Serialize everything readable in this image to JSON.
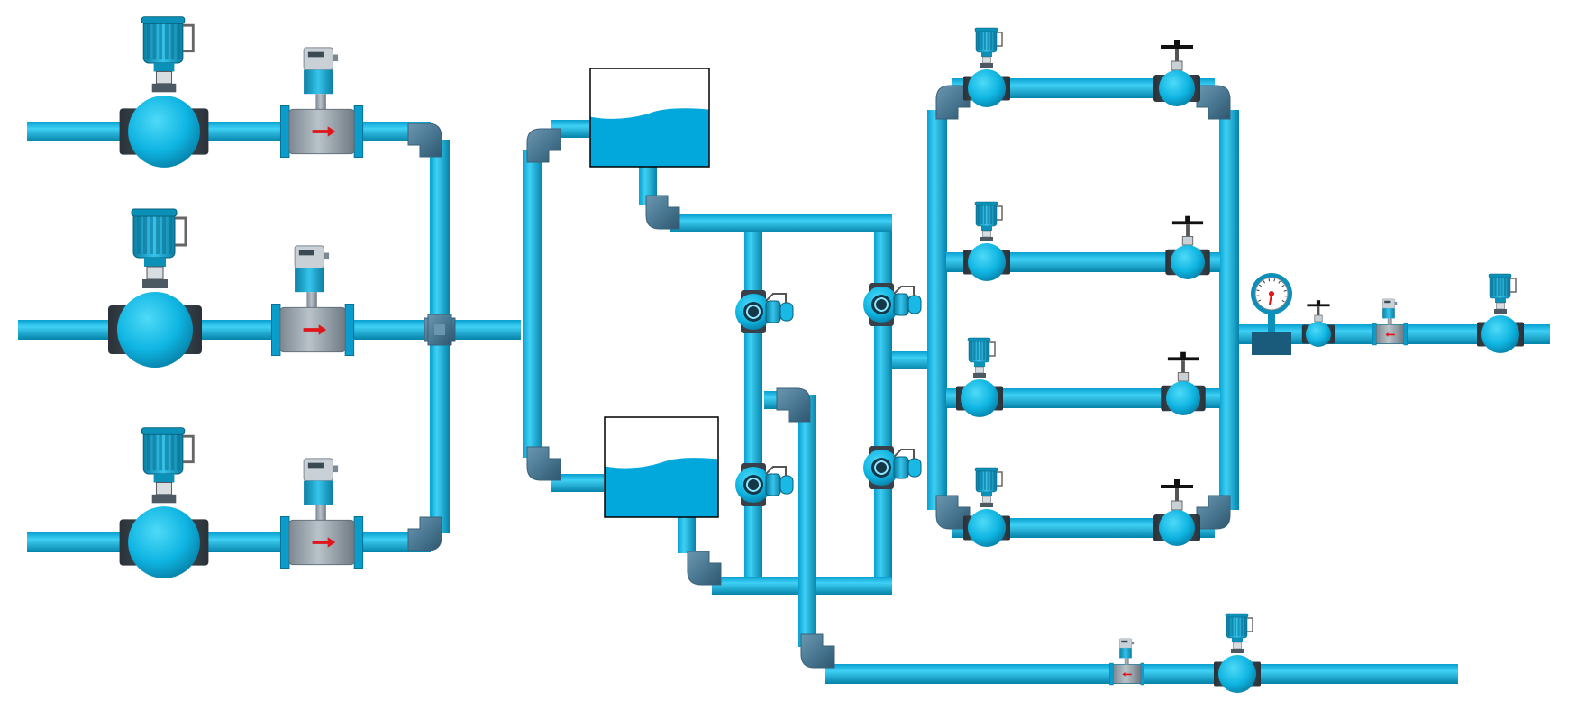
{
  "diagram": {
    "background": "#ffffff",
    "colors": {
      "pipe": "#0aa6d6",
      "pipe_light": "#3fd0f5",
      "pipe_dark": "#0583aa",
      "fitting": "#4f7f9c",
      "fitting_dark": "#3a6179",
      "flange": "#38414a",
      "water": "#02a8dc",
      "meter_body": "#8f9aa3",
      "arrow": "#e0141b",
      "handwheel": "#111111"
    },
    "icons": [
      "ball-valve-with-actuator-icon",
      "electromagnetic-flowmeter-icon",
      "water-tank-icon",
      "water-meter-icon",
      "globe-valve-handwheel-icon",
      "pressure-gauge-icon",
      "pipe-elbow-icon",
      "pipe-cross-fitting-icon"
    ],
    "flow_directions": {
      "inlet_meters": "right",
      "outlet_meter": "right",
      "bottom_meter": "left"
    }
  }
}
